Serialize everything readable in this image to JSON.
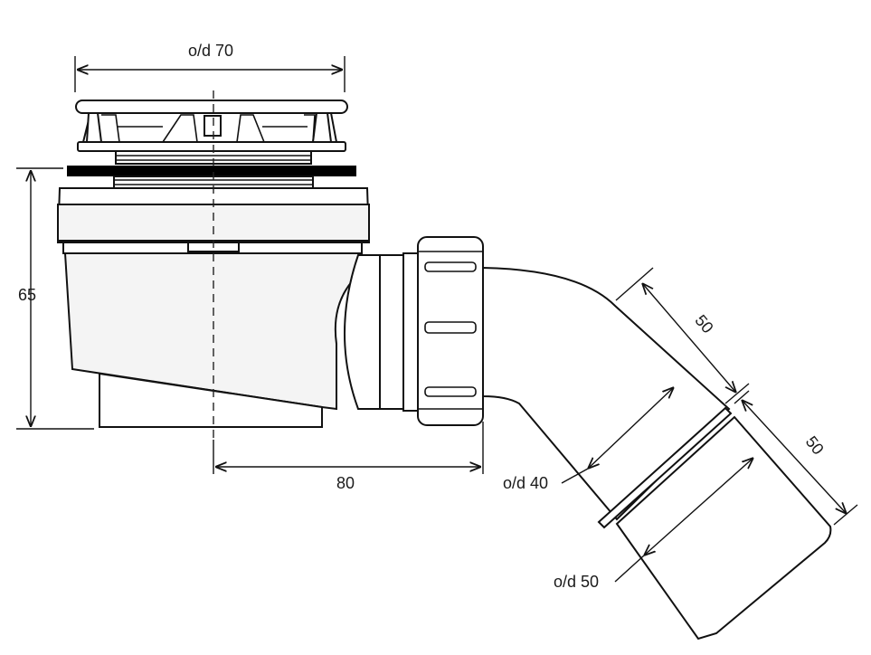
{
  "dimensions": {
    "top_diameter": "o/d 70",
    "height": "65",
    "offset": "80",
    "length_upper": "50",
    "length_lower": "50",
    "outlet_inner": "o/d 40",
    "outlet_outer": "o/d 50"
  },
  "colors": {
    "line": "#111111",
    "gasket": "#000000",
    "background": "#ffffff"
  }
}
